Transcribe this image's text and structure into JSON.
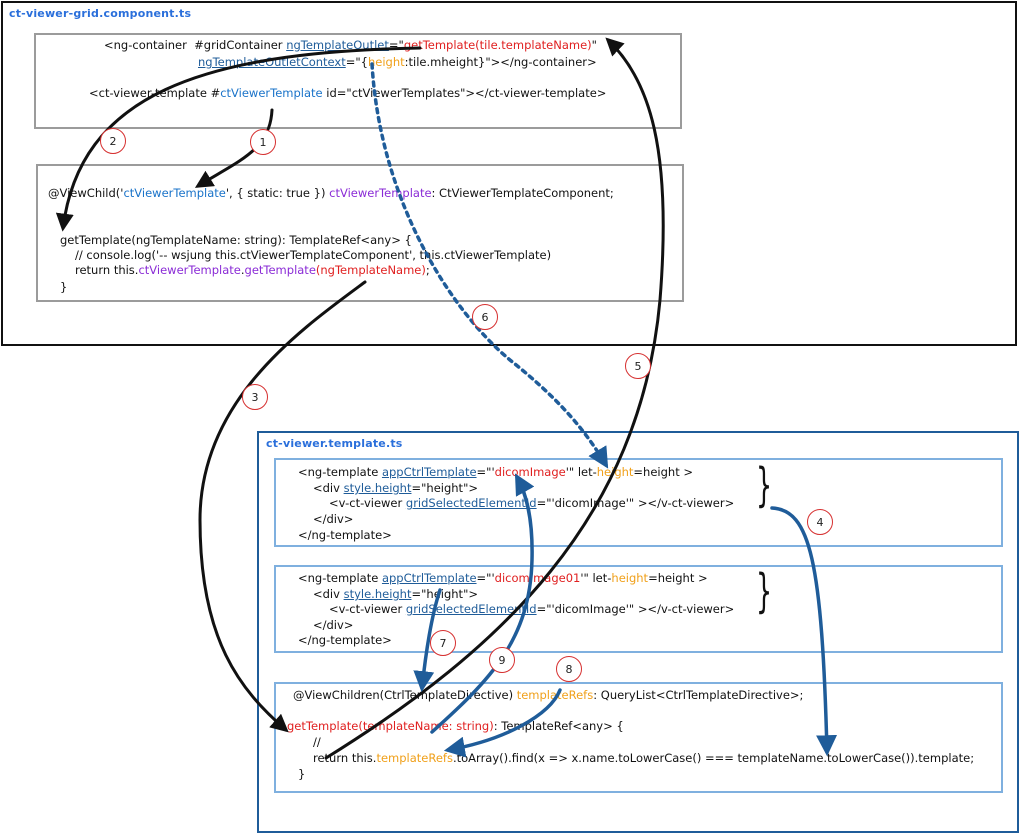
{
  "grid_component": {
    "title": "ct-viewer-grid.component.ts",
    "box_a": {
      "l1_pre": "<ng-container  #gridContainer ",
      "l1_outlet": "ngTemplateOutlet",
      "l1_eq": "=\"",
      "l1_fn": "getTemplate(tile.templateName)",
      "l1_end": "\"",
      "l2_ctx": "ngTemplateOutletContext",
      "l2_eq": "=\"{",
      "l2_height": "height",
      "l2_rest": ":tile.mheight}\"></ng-container>",
      "l3_pre": "<ct-viewer-template #",
      "l3_ref": "ctViewerTemplate",
      "l3_rest": " id=\"ctViewerTemplates\"></ct-viewer-template>"
    },
    "box_b": {
      "l1_pre": "@ViewChild('",
      "l1_ref": "ctViewerTemplate",
      "l1_mid": "', { static: true }) ",
      "l1_prop": "ctViewerTemplate",
      "l1_rest": ": CtViewerTemplateComponent;",
      "l2": "getTemplate(ngTemplateName: string): TemplateRef<any> {",
      "l3": "// console.log('-- wsjung this.ctViewerTemplateComponent', this.ctViewerTemplate)",
      "l4_pre": "return this.",
      "l4_prop": "ctViewerTemplate",
      "l4_dot": ".",
      "l4_fn": "getTemplate",
      "l4_arg": "(ngTemplateName)",
      "l4_end": ";",
      "l5": "}"
    }
  },
  "template_component": {
    "title": "ct-viewer.template.ts",
    "box_c": {
      "l1_pre": "<ng-template ",
      "l1_dir": "appCtrlTemplate",
      "l1_eq": "=\"'",
      "l1_name": "dicomImage",
      "l1_mid": "'\" let-",
      "l1_height": "height",
      "l1_rest": "=height >",
      "l2_pre": "<div ",
      "l2_style": "style.height",
      "l2_rest": "=\"height\">",
      "l3_pre": "<v-ct-viewer ",
      "l3_attr": "gridSelectedElementId",
      "l3_rest": "=\"'dicomImage'\" ></v-ct-viewer>",
      "l4": "</div>",
      "l5": "</ng-template>"
    },
    "box_d": {
      "l1_pre": "<ng-template ",
      "l1_dir": "appCtrlTemplate",
      "l1_eq": "=\"'",
      "l1_name": "dicomImage01",
      "l1_mid": "'\" let-",
      "l1_height": "height",
      "l1_rest": "=height >",
      "l2_pre": "<div ",
      "l2_style": "style.height",
      "l2_rest": "=\"height\">",
      "l3_pre": "<v-ct-viewer ",
      "l3_attr": "gridSelectedElementId",
      "l3_rest": "=\"'dicomImage'\" ></v-ct-viewer>",
      "l4": "</div>",
      "l5": "</ng-template>"
    },
    "box_e": {
      "l1_pre": "@ViewChildren(CtrlTemplateDirective) ",
      "l1_prop": "templateRefs",
      "l1_rest": ": QueryList<CtrlTemplateDirective>;",
      "l2_fn": "getTemplate(templateName: string)",
      "l2_rest": ": TemplateRef<any> {",
      "l3": "//",
      "l4_pre": "return this.",
      "l4_prop": "templateRefs",
      "l4_rest": ".toArray().find(x => x.name.toLowerCase() === templateName.toLowerCase()).template;",
      "l5": "}"
    }
  },
  "steps": [
    "1",
    "2",
    "3",
    "4",
    "5",
    "6",
    "7",
    "8",
    "9"
  ],
  "colors": {
    "red": "#e02020",
    "blue_ref": "#1a73c9",
    "purple": "#8a2bd6",
    "orange": "#f0a01a",
    "arrow_black": "#111111",
    "arrow_blue": "#1f5c99",
    "step_circle": "#d63030"
  }
}
